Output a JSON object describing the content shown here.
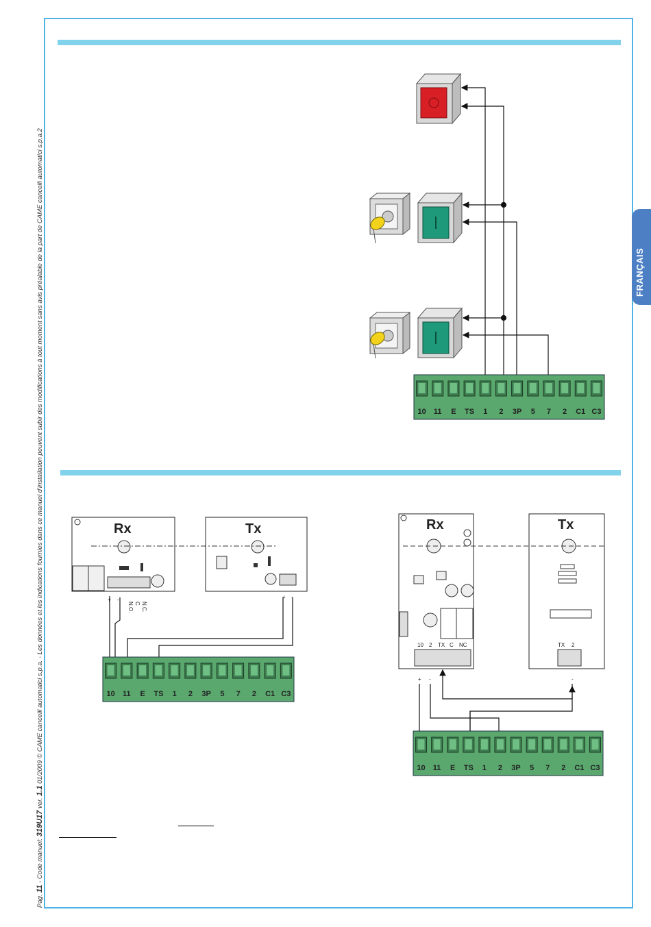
{
  "footer": {
    "page_prefix": "Pag.",
    "page_number": "11",
    "code_text": " - Code manuel: ",
    "code": "319U17",
    "ver_text": " ver. ",
    "version": "1.1",
    "rest": " 01/2009 © CAME cancelli automatici s.p.a. - Les données et les indications fournies dans ce manuel d'installation peuvent subir des modifications à tout moment sans avis préalable de la part de CAME cancelli automatici s.p.a.2"
  },
  "language_tab": "FRANÇAIS",
  "terminals": [
    "10",
    "11",
    "E",
    "TS",
    "1",
    "2",
    "3P",
    "5",
    "7",
    "2",
    "C1",
    "C3"
  ],
  "photocell_left": {
    "rx_title": "Rx",
    "tx_title": "Tx",
    "rx_contacts": [
      "N.O.",
      "C",
      "N.C."
    ],
    "plus": "+",
    "minus": "-"
  },
  "photocell_right": {
    "rx_title": "Rx",
    "tx_title": "Tx",
    "rx_terminals": [
      "10",
      "2",
      "TX",
      "C",
      "NC"
    ],
    "tx_terminals": [
      "TX",
      "2"
    ],
    "plus": "+",
    "minus": "-"
  },
  "colors": {
    "frame": "#4fb3e6",
    "band": "#82d2ec",
    "terminal_green": "#5aa86e",
    "stop_red": "#d81f26",
    "button_green": "#1e9a7a",
    "key_yellow": "#f2d21a",
    "tab_blue": "#4c7fc4"
  }
}
